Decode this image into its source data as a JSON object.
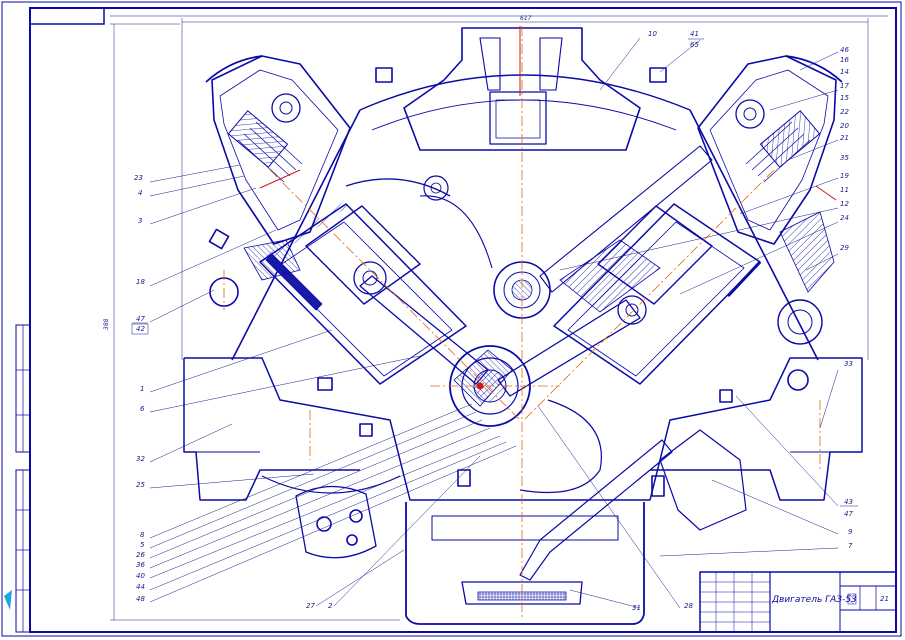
{
  "colors": {
    "line": "#0a0aa8",
    "thin": "#2020a0",
    "axis": "#e06a10",
    "red": "#d01818",
    "cyan": "#1aa8d8",
    "paper": "#ffffff"
  },
  "drawing": {
    "title": "Двигатель ГАЗ-53",
    "sheet_no": "21",
    "overall_width": "617",
    "overall_height": "388"
  },
  "callouts_left": [
    "23",
    "4",
    "3",
    "18",
    "47",
    "42",
    "1",
    "6",
    "32",
    "25",
    "8",
    "5",
    "26",
    "36",
    "40",
    "44",
    "48"
  ],
  "callouts_right": [
    "46",
    "16",
    "14",
    "17",
    "15",
    "22",
    "20",
    "21",
    "35",
    "19",
    "11",
    "12",
    "24",
    "29",
    "33",
    "43",
    "47",
    "9",
    "7"
  ],
  "callouts_top": [
    "10",
    "41",
    "65"
  ],
  "callouts_bottom": [
    "27",
    "2",
    "31",
    "28"
  ]
}
